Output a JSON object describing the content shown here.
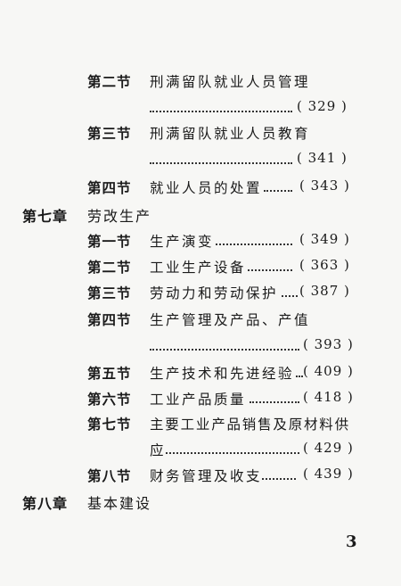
{
  "toc": [
    {
      "kind": "section",
      "label": "第二节",
      "title": "刑满留队就业人员管理",
      "page": "( 329 )"
    },
    {
      "kind": "section",
      "label": "第三节",
      "title": "刑满留队就业人员教育",
      "page": "( 341 )"
    },
    {
      "kind": "section",
      "label": "第四节",
      "title": "就业人员的处置",
      "page": "( 343 )"
    },
    {
      "kind": "chapter",
      "label": "第七章",
      "title": "劳改生产"
    },
    {
      "kind": "section",
      "label": "第一节",
      "title": "生产演变",
      "page": "( 349 )"
    },
    {
      "kind": "section",
      "label": "第二节",
      "title": "工业生产设备",
      "page": "( 363 )"
    },
    {
      "kind": "section",
      "label": "第三节",
      "title": "劳动力和劳动保护",
      "page": "( 387 )"
    },
    {
      "kind": "section",
      "label": "第四节",
      "title": "生产管理及产品、产值",
      "page": "( 393 )"
    },
    {
      "kind": "section",
      "label": "第五节",
      "title": "生产技术和先进经验",
      "page": "( 409 )"
    },
    {
      "kind": "section",
      "label": "第六节",
      "title": "工业产品质量",
      "page": "( 418 )"
    },
    {
      "kind": "section",
      "label": "第七节",
      "title": "主要工业产品销售及原材料供",
      "title_cont": "应",
      "page": "( 429 )"
    },
    {
      "kind": "section",
      "label": "第八节",
      "title": "财务管理及收支",
      "page": "( 439 )"
    },
    {
      "kind": "chapter",
      "label": "第八章",
      "title": "基本建设"
    }
  ],
  "page_number": "3"
}
